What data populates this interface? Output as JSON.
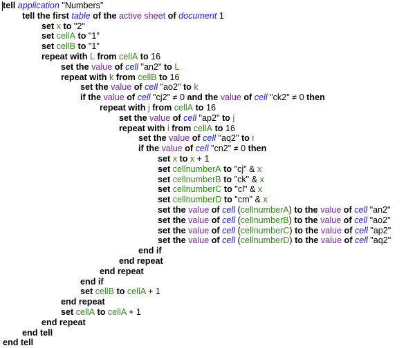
{
  "editor": {
    "lines": [
      {
        "indent": 0,
        "segs": [
          [
            "k",
            "tell "
          ],
          [
            "a",
            "application"
          ],
          [
            "t",
            " \"Numbers\""
          ]
        ]
      },
      {
        "indent": 1,
        "segs": [
          [
            "k",
            "tell the first "
          ],
          [
            "a",
            "table"
          ],
          [
            "k",
            " of the "
          ],
          [
            "p",
            "active sheet"
          ],
          [
            "k",
            " of "
          ],
          [
            "a",
            "document"
          ],
          [
            "t",
            " 1"
          ]
        ]
      },
      {
        "indent": 2,
        "segs": [
          [
            "k",
            "set "
          ],
          [
            "v",
            "x"
          ],
          [
            "k",
            " to "
          ],
          [
            "t",
            "\"2\""
          ]
        ]
      },
      {
        "indent": 2,
        "segs": [
          [
            "k",
            "set "
          ],
          [
            "v",
            "cellA"
          ],
          [
            "k",
            " to "
          ],
          [
            "t",
            "\"1\""
          ]
        ]
      },
      {
        "indent": 2,
        "segs": [
          [
            "k",
            "set "
          ],
          [
            "v",
            "cellB"
          ],
          [
            "k",
            " to "
          ],
          [
            "t",
            "\"1\""
          ]
        ]
      },
      {
        "indent": 2,
        "segs": [
          [
            "k",
            "repeat with "
          ],
          [
            "v",
            "L"
          ],
          [
            "k",
            " from "
          ],
          [
            "v",
            "cellA"
          ],
          [
            "k",
            " to "
          ],
          [
            "t",
            "16"
          ]
        ]
      },
      {
        "indent": 3,
        "segs": [
          [
            "k",
            "set the "
          ],
          [
            "p",
            "value"
          ],
          [
            "k",
            " of "
          ],
          [
            "a",
            "cell"
          ],
          [
            "t",
            " \"an2\" "
          ],
          [
            "k",
            "to "
          ],
          [
            "v",
            "L"
          ]
        ]
      },
      {
        "indent": 3,
        "segs": [
          [
            "k",
            "repeat with "
          ],
          [
            "v",
            "k"
          ],
          [
            "k",
            " from "
          ],
          [
            "v",
            "cellB"
          ],
          [
            "k",
            " to "
          ],
          [
            "t",
            "16"
          ]
        ]
      },
      {
        "indent": 4,
        "segs": [
          [
            "k",
            "set the "
          ],
          [
            "p",
            "value"
          ],
          [
            "k",
            " of "
          ],
          [
            "a",
            "cell"
          ],
          [
            "t",
            " \"ao2\" "
          ],
          [
            "k",
            "to "
          ],
          [
            "v",
            "k"
          ]
        ]
      },
      {
        "indent": 4,
        "segs": [
          [
            "k",
            "if the "
          ],
          [
            "p",
            "value"
          ],
          [
            "k",
            " of "
          ],
          [
            "a",
            "cell"
          ],
          [
            "t",
            " \"cj2\" ≠ 0 "
          ],
          [
            "k",
            "and the "
          ],
          [
            "p",
            "value"
          ],
          [
            "k",
            " of "
          ],
          [
            "a",
            "cell"
          ],
          [
            "t",
            " \"ck2\" ≠ 0 "
          ],
          [
            "k",
            "then"
          ]
        ]
      },
      {
        "indent": 5,
        "segs": [
          [
            "k",
            "repeat with "
          ],
          [
            "v",
            "j"
          ],
          [
            "k",
            " from "
          ],
          [
            "v",
            "cellA"
          ],
          [
            "k",
            " to "
          ],
          [
            "t",
            "16"
          ]
        ]
      },
      {
        "indent": 6,
        "segs": [
          [
            "k",
            "set the "
          ],
          [
            "p",
            "value"
          ],
          [
            "k",
            " of "
          ],
          [
            "a",
            "cell"
          ],
          [
            "t",
            " \"ap2\" "
          ],
          [
            "k",
            "to "
          ],
          [
            "v",
            "j"
          ]
        ]
      },
      {
        "indent": 6,
        "segs": [
          [
            "k",
            "repeat with "
          ],
          [
            "v",
            "i"
          ],
          [
            "k",
            " from "
          ],
          [
            "v",
            "cellA"
          ],
          [
            "k",
            " to "
          ],
          [
            "t",
            "16"
          ]
        ]
      },
      {
        "indent": 7,
        "segs": [
          [
            "k",
            "set the "
          ],
          [
            "p",
            "value"
          ],
          [
            "k",
            " of "
          ],
          [
            "a",
            "cell"
          ],
          [
            "t",
            " \"aq2\" "
          ],
          [
            "k",
            "to "
          ],
          [
            "v",
            "i"
          ]
        ]
      },
      {
        "indent": 7,
        "segs": [
          [
            "k",
            "if the "
          ],
          [
            "p",
            "value"
          ],
          [
            "k",
            " of "
          ],
          [
            "a",
            "cell"
          ],
          [
            "t",
            " \"cn2\" ≠ 0 "
          ],
          [
            "k",
            "then"
          ]
        ]
      },
      {
        "indent": 8,
        "segs": [
          [
            "k",
            "set "
          ],
          [
            "v",
            "x"
          ],
          [
            "k",
            " to "
          ],
          [
            "v",
            "x"
          ],
          [
            "t",
            " + 1"
          ]
        ]
      },
      {
        "indent": 8,
        "segs": [
          [
            "k",
            "set "
          ],
          [
            "v",
            "cellnumberA"
          ],
          [
            "k",
            " to "
          ],
          [
            "t",
            "\"cj\" & "
          ],
          [
            "v",
            "x"
          ]
        ]
      },
      {
        "indent": 8,
        "segs": [
          [
            "k",
            "set "
          ],
          [
            "v",
            "cellnumberB"
          ],
          [
            "k",
            " to "
          ],
          [
            "t",
            "\"ck\" & "
          ],
          [
            "v",
            "x"
          ]
        ]
      },
      {
        "indent": 8,
        "segs": [
          [
            "k",
            "set "
          ],
          [
            "v",
            "cellnumberC"
          ],
          [
            "k",
            " to "
          ],
          [
            "t",
            "\"cl\" & "
          ],
          [
            "v",
            "x"
          ]
        ]
      },
      {
        "indent": 8,
        "segs": [
          [
            "k",
            "set "
          ],
          [
            "v",
            "cellnumberD"
          ],
          [
            "k",
            " to "
          ],
          [
            "t",
            "\"cm\" & "
          ],
          [
            "v",
            "x"
          ]
        ]
      },
      {
        "indent": 8,
        "segs": [
          [
            "k",
            "set the "
          ],
          [
            "p",
            "value"
          ],
          [
            "k",
            " of "
          ],
          [
            "a",
            "cell"
          ],
          [
            "t",
            " ("
          ],
          [
            "v",
            "cellnumberA"
          ],
          [
            "t",
            ") "
          ],
          [
            "k",
            "to the "
          ],
          [
            "p",
            "value"
          ],
          [
            "k",
            " of "
          ],
          [
            "a",
            "cell"
          ],
          [
            "t",
            " \"an2\""
          ]
        ]
      },
      {
        "indent": 8,
        "segs": [
          [
            "k",
            "set the "
          ],
          [
            "p",
            "value"
          ],
          [
            "k",
            " of "
          ],
          [
            "a",
            "cell"
          ],
          [
            "t",
            " ("
          ],
          [
            "v",
            "cellnumberB"
          ],
          [
            "t",
            ") "
          ],
          [
            "k",
            "to the "
          ],
          [
            "p",
            "value"
          ],
          [
            "k",
            " of "
          ],
          [
            "a",
            "cell"
          ],
          [
            "t",
            " \"ao2\""
          ]
        ]
      },
      {
        "indent": 8,
        "segs": [
          [
            "k",
            "set the "
          ],
          [
            "p",
            "value"
          ],
          [
            "k",
            " of "
          ],
          [
            "a",
            "cell"
          ],
          [
            "t",
            " ("
          ],
          [
            "v",
            "cellnumberC"
          ],
          [
            "t",
            ") "
          ],
          [
            "k",
            "to the "
          ],
          [
            "p",
            "value"
          ],
          [
            "k",
            " of "
          ],
          [
            "a",
            "cell"
          ],
          [
            "t",
            " \"ap2\""
          ]
        ]
      },
      {
        "indent": 8,
        "segs": [
          [
            "k",
            "set the "
          ],
          [
            "p",
            "value"
          ],
          [
            "k",
            " of "
          ],
          [
            "a",
            "cell"
          ],
          [
            "t",
            " ("
          ],
          [
            "v",
            "cellnumberD"
          ],
          [
            "t",
            ") "
          ],
          [
            "k",
            "to the "
          ],
          [
            "p",
            "value"
          ],
          [
            "k",
            " of "
          ],
          [
            "a",
            "cell"
          ],
          [
            "t",
            " \"aq2\""
          ]
        ]
      },
      {
        "indent": 7,
        "segs": [
          [
            "k",
            "end if"
          ]
        ]
      },
      {
        "indent": 6,
        "segs": [
          [
            "k",
            "end repeat"
          ]
        ]
      },
      {
        "indent": 5,
        "segs": [
          [
            "k",
            "end repeat"
          ]
        ]
      },
      {
        "indent": 4,
        "segs": [
          [
            "k",
            "end if"
          ]
        ]
      },
      {
        "indent": 4,
        "segs": [
          [
            "k",
            "set "
          ],
          [
            "v",
            "cellB"
          ],
          [
            "k",
            " to "
          ],
          [
            "v",
            "cellA"
          ],
          [
            "t",
            " + 1"
          ]
        ]
      },
      {
        "indent": 3,
        "segs": [
          [
            "k",
            "end repeat"
          ]
        ]
      },
      {
        "indent": 3,
        "segs": [
          [
            "k",
            "set "
          ],
          [
            "v",
            "cellA"
          ],
          [
            "k",
            " to "
          ],
          [
            "v",
            "cellA"
          ],
          [
            "t",
            " + 1"
          ]
        ]
      },
      {
        "indent": 2,
        "segs": [
          [
            "k",
            "end repeat"
          ]
        ]
      },
      {
        "indent": 1,
        "segs": [
          [
            "k",
            "end tell"
          ]
        ]
      },
      {
        "indent": 0,
        "segs": [
          [
            "k",
            "end tell"
          ]
        ]
      }
    ]
  }
}
